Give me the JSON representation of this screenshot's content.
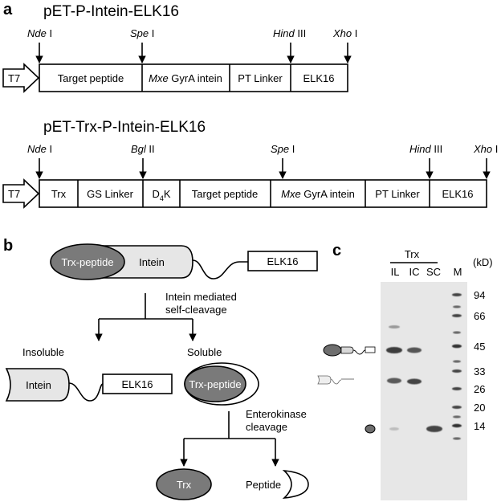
{
  "panel_a": {
    "label": "a",
    "constructs": [
      {
        "title": "pET-P-Intein-ELK16",
        "promoter": "T7",
        "sites": [
          {
            "italic": "Nde",
            "rest": " I"
          },
          {
            "italic": "Spe",
            "rest": " I"
          },
          {
            "italic": "Hind",
            "rest": " III"
          },
          {
            "italic": "Xho",
            "rest": " I"
          }
        ],
        "segments": [
          {
            "italic": "",
            "text": "Target peptide"
          },
          {
            "italic": "Mxe",
            "text": " GyrA intein"
          },
          {
            "italic": "",
            "text": "PT Linker"
          },
          {
            "italic": "",
            "text": "ELK16"
          }
        ]
      },
      {
        "title": "pET-Trx-P-Intein-ELK16",
        "promoter": "T7",
        "sites": [
          {
            "italic": "Nde",
            "rest": " I"
          },
          {
            "italic": "Bgl",
            "rest": " II"
          },
          {
            "italic": "Spe",
            "rest": " I"
          },
          {
            "italic": "Hind",
            "rest": " III"
          },
          {
            "italic": "Xho",
            "rest": " I"
          }
        ],
        "segments": [
          {
            "italic": "",
            "text": "Trx"
          },
          {
            "italic": "",
            "text": "GS Linker"
          },
          {
            "italic": "",
            "text": "D",
            "sub": "4",
            "after": "K"
          },
          {
            "italic": "",
            "text": "Target peptide"
          },
          {
            "italic": "Mxe",
            "text": " GyrA intein"
          },
          {
            "italic": "",
            "text": "PT Linker"
          },
          {
            "italic": "",
            "text": "ELK16"
          }
        ]
      }
    ]
  },
  "panel_b": {
    "label": "b",
    "trx_peptide": "Trx-peptide",
    "intein": "Intein",
    "elk16": "ELK16",
    "step1": [
      "Intein mediated",
      "self-cleavage"
    ],
    "insoluble": "Insoluble",
    "soluble": "Soluble",
    "step2": [
      "Enterokinase",
      "cleavage"
    ],
    "trx": "Trx",
    "peptide": "Peptide"
  },
  "panel_c": {
    "label": "c",
    "group_label": "Trx",
    "lanes": [
      "IL",
      "IC",
      "SC",
      "M"
    ],
    "unit": "(kD)",
    "markers": [
      "94",
      "66",
      "45",
      "33",
      "26",
      "20",
      "14"
    ]
  },
  "colors": {
    "shaded_oval": "#7a7a7a",
    "light_box": "#e6e6e6",
    "gel_background": "#e7e7e7",
    "band": "#3c3c3c"
  }
}
